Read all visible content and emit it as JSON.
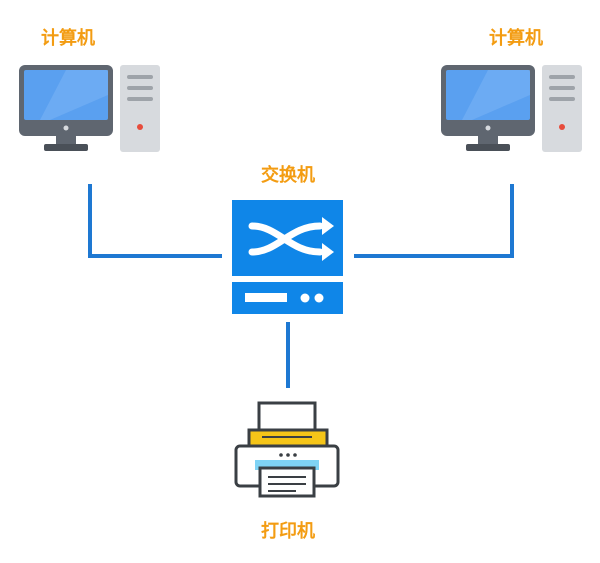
{
  "diagram": {
    "nodes": {
      "computer_left": {
        "label": "计算机"
      },
      "computer_right": {
        "label": "计算机"
      },
      "switch": {
        "label": "交换机"
      },
      "printer": {
        "label": "打印机"
      }
    },
    "edges": [
      {
        "from": "computer_left",
        "to": "switch"
      },
      {
        "from": "computer_right",
        "to": "switch"
      },
      {
        "from": "switch",
        "to": "printer"
      }
    ],
    "colors": {
      "label": "#f39c12",
      "link": "#1e78d2",
      "switch": "#0f86e8",
      "monitor_frame": "#5f6670",
      "monitor_screen": "#5aa0f0",
      "tower": "#d7dade",
      "printer_yellow": "#f5c518",
      "printer_blue": "#7fd3f5",
      "outline": "#3a3f44"
    }
  }
}
